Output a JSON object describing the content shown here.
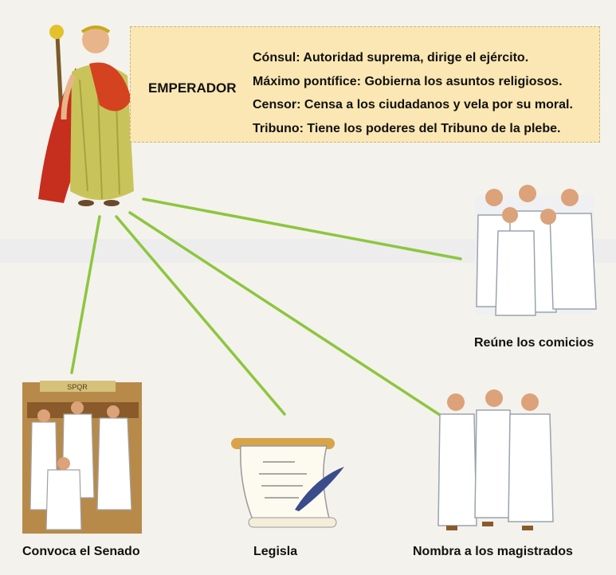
{
  "center": {
    "label": "EMPERADOR"
  },
  "roles": [
    {
      "text": "Cónsul: Autoridad suprema, dirige el ejército."
    },
    {
      "text": "Máximo pontífice: Gobierna los asuntos religiosos."
    },
    {
      "text": "Censor: Censa a los ciudadanos y vela por su moral."
    },
    {
      "text": "Tribuno: Tiene los poderes del Tribuno de la plebe."
    }
  ],
  "functions": [
    {
      "label": "Reúne los comicios",
      "icon": "assembly-citizens-icon"
    },
    {
      "label": "Convoca el Senado",
      "icon": "senate-icon"
    },
    {
      "label": "Legisla",
      "icon": "scroll-quill-icon"
    },
    {
      "label": "Nombra a los magistrados",
      "icon": "magistrates-icon"
    }
  ],
  "connector_color": "#8dc63f",
  "box_color": "#fbe7b3"
}
